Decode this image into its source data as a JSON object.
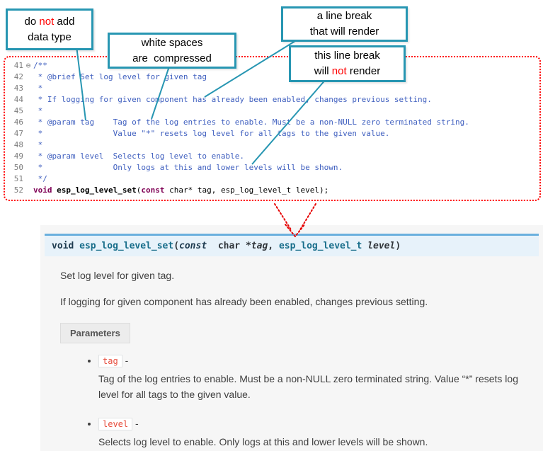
{
  "callouts": {
    "no_datatype": {
      "line1_pre": "do ",
      "line1_red": "not",
      "line1_post": " add",
      "line2": "data type"
    },
    "whitespace": {
      "line1": "white spaces",
      "line2": "are  compressed"
    },
    "break_renders": {
      "line1": "a line break",
      "line2": "that will render"
    },
    "break_no_render": {
      "line1": "this line break",
      "line2_pre": "will ",
      "line2_red": "not",
      "line2_post": " render"
    }
  },
  "code": {
    "lines": [
      {
        "num": "41",
        "fold": "⊖",
        "text": "/**"
      },
      {
        "num": "42",
        "fold": "",
        "text": " * @brief Set log level for given tag"
      },
      {
        "num": "43",
        "fold": "",
        "text": " *"
      },
      {
        "num": "44",
        "fold": "",
        "text": " * If logging for given component has already been enabled, changes previous setting."
      },
      {
        "num": "45",
        "fold": "",
        "text": " *"
      },
      {
        "num": "46",
        "fold": "",
        "text": " * @param tag    Tag of the log entries to enable. Must be a non-NULL zero terminated string."
      },
      {
        "num": "47",
        "fold": "",
        "text": " *               Value \"*\" resets log level for all tags to the given value."
      },
      {
        "num": "48",
        "fold": "",
        "text": " *"
      },
      {
        "num": "49",
        "fold": "",
        "text": " * @param level  Selects log level to enable."
      },
      {
        "num": "50",
        "fold": "",
        "text": " *               Only logs at this and lower levels will be shown."
      },
      {
        "num": "51",
        "fold": "",
        "text": " */"
      }
    ],
    "decl": {
      "num": "52",
      "kw1": "void",
      "sp1": " ",
      "name": "esp_log_level_set",
      "open": "(",
      "kw2": "const",
      "rest": " char* tag, esp_log_level_t level);"
    }
  },
  "doc": {
    "signature": {
      "ret": "void",
      "sp1": " ",
      "name": "esp_log_level_set",
      "open": "(",
      "kw_const": "const",
      "type1": "  char *",
      "arg1": "tag",
      "comma": ", ",
      "type2": "esp_log_level_t",
      "sp2": " ",
      "arg2": "level",
      "close": ")"
    },
    "p1": "Set log level for given tag.",
    "p2": "If logging for given component has already been enabled, changes previous setting.",
    "params_label": "Parameters",
    "params": [
      {
        "name": "tag",
        "dash": "-",
        "desc": "Tag of the log entries to enable. Must be a non-NULL zero terminated string. Value “*” resets log level for all tags to the given value."
      },
      {
        "name": "level",
        "dash": "-",
        "desc": "Selects log level to enable. Only logs at this and lower levels will be shown."
      }
    ]
  },
  "colors": {
    "callout_teal": "#2796b2",
    "annotation_red": "#ff0000",
    "comment_blue": "#3f5fbf",
    "sig_border_blue": "#6ab0de",
    "param_chip_red": "#e74c3c"
  }
}
